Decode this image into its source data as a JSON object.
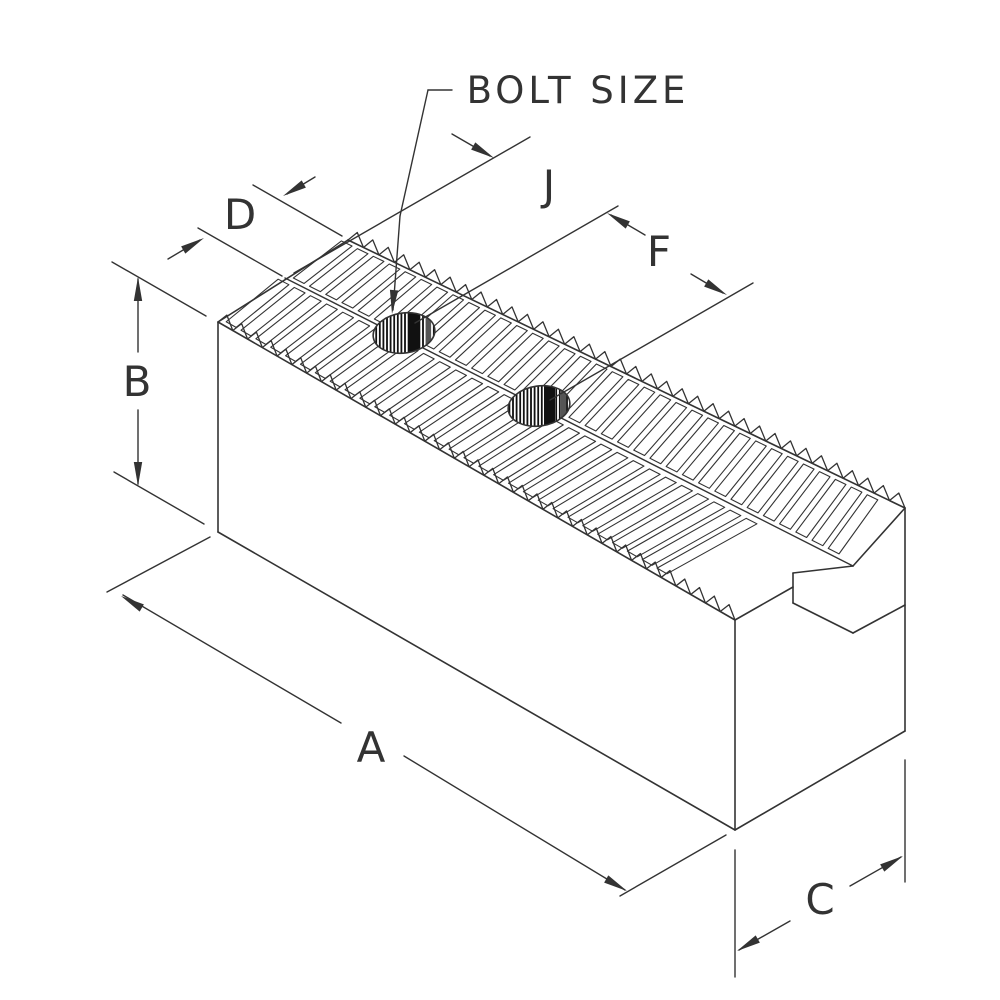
{
  "drawing": {
    "type": "isometric-technical-drawing",
    "subject": "serrated-chuck-jaw-block",
    "callout": {
      "bolt_size": "BOLT SIZE"
    },
    "dimension_labels": {
      "a": "A",
      "b": "B",
      "c": "C",
      "d": "D",
      "f": "F",
      "j": "J"
    }
  },
  "colors": {
    "line": "#333333",
    "background": "#ffffff",
    "hole_hatch": "#111111"
  }
}
